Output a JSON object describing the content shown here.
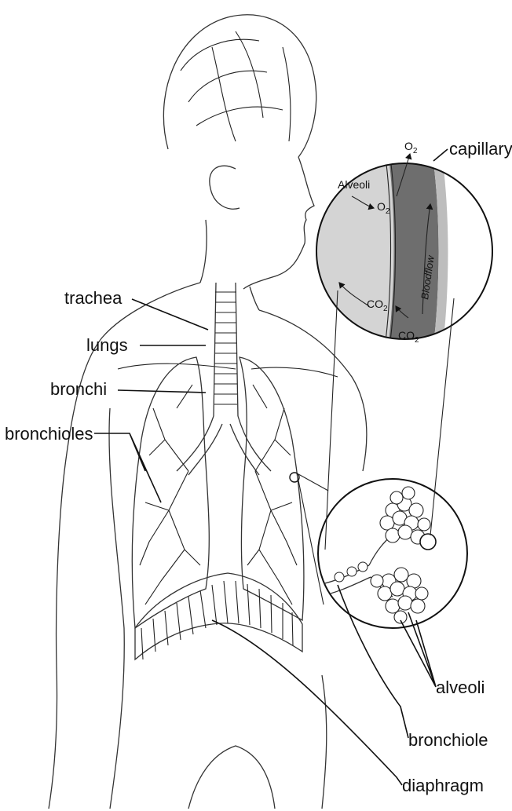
{
  "labels": {
    "trachea": "trachea",
    "lungs": "lungs",
    "bronchi": "bronchi",
    "bronchioles": "bronchioles",
    "capillary": "capillary",
    "alveoli": "alveoli",
    "bronchiole": "bronchiole",
    "diaphragm": "diaphragm"
  },
  "inset": {
    "alveoli_title": "Alveoli",
    "bloodflow": "Bloodflow",
    "o2_symbol": "O",
    "o2_sub": "2",
    "co2_symbol": "CO",
    "co2_sub": "2"
  },
  "colors": {
    "alveolus_fill": "#d4d4d4",
    "capillary_fill": "#6e6e6e",
    "line": "#111111"
  }
}
